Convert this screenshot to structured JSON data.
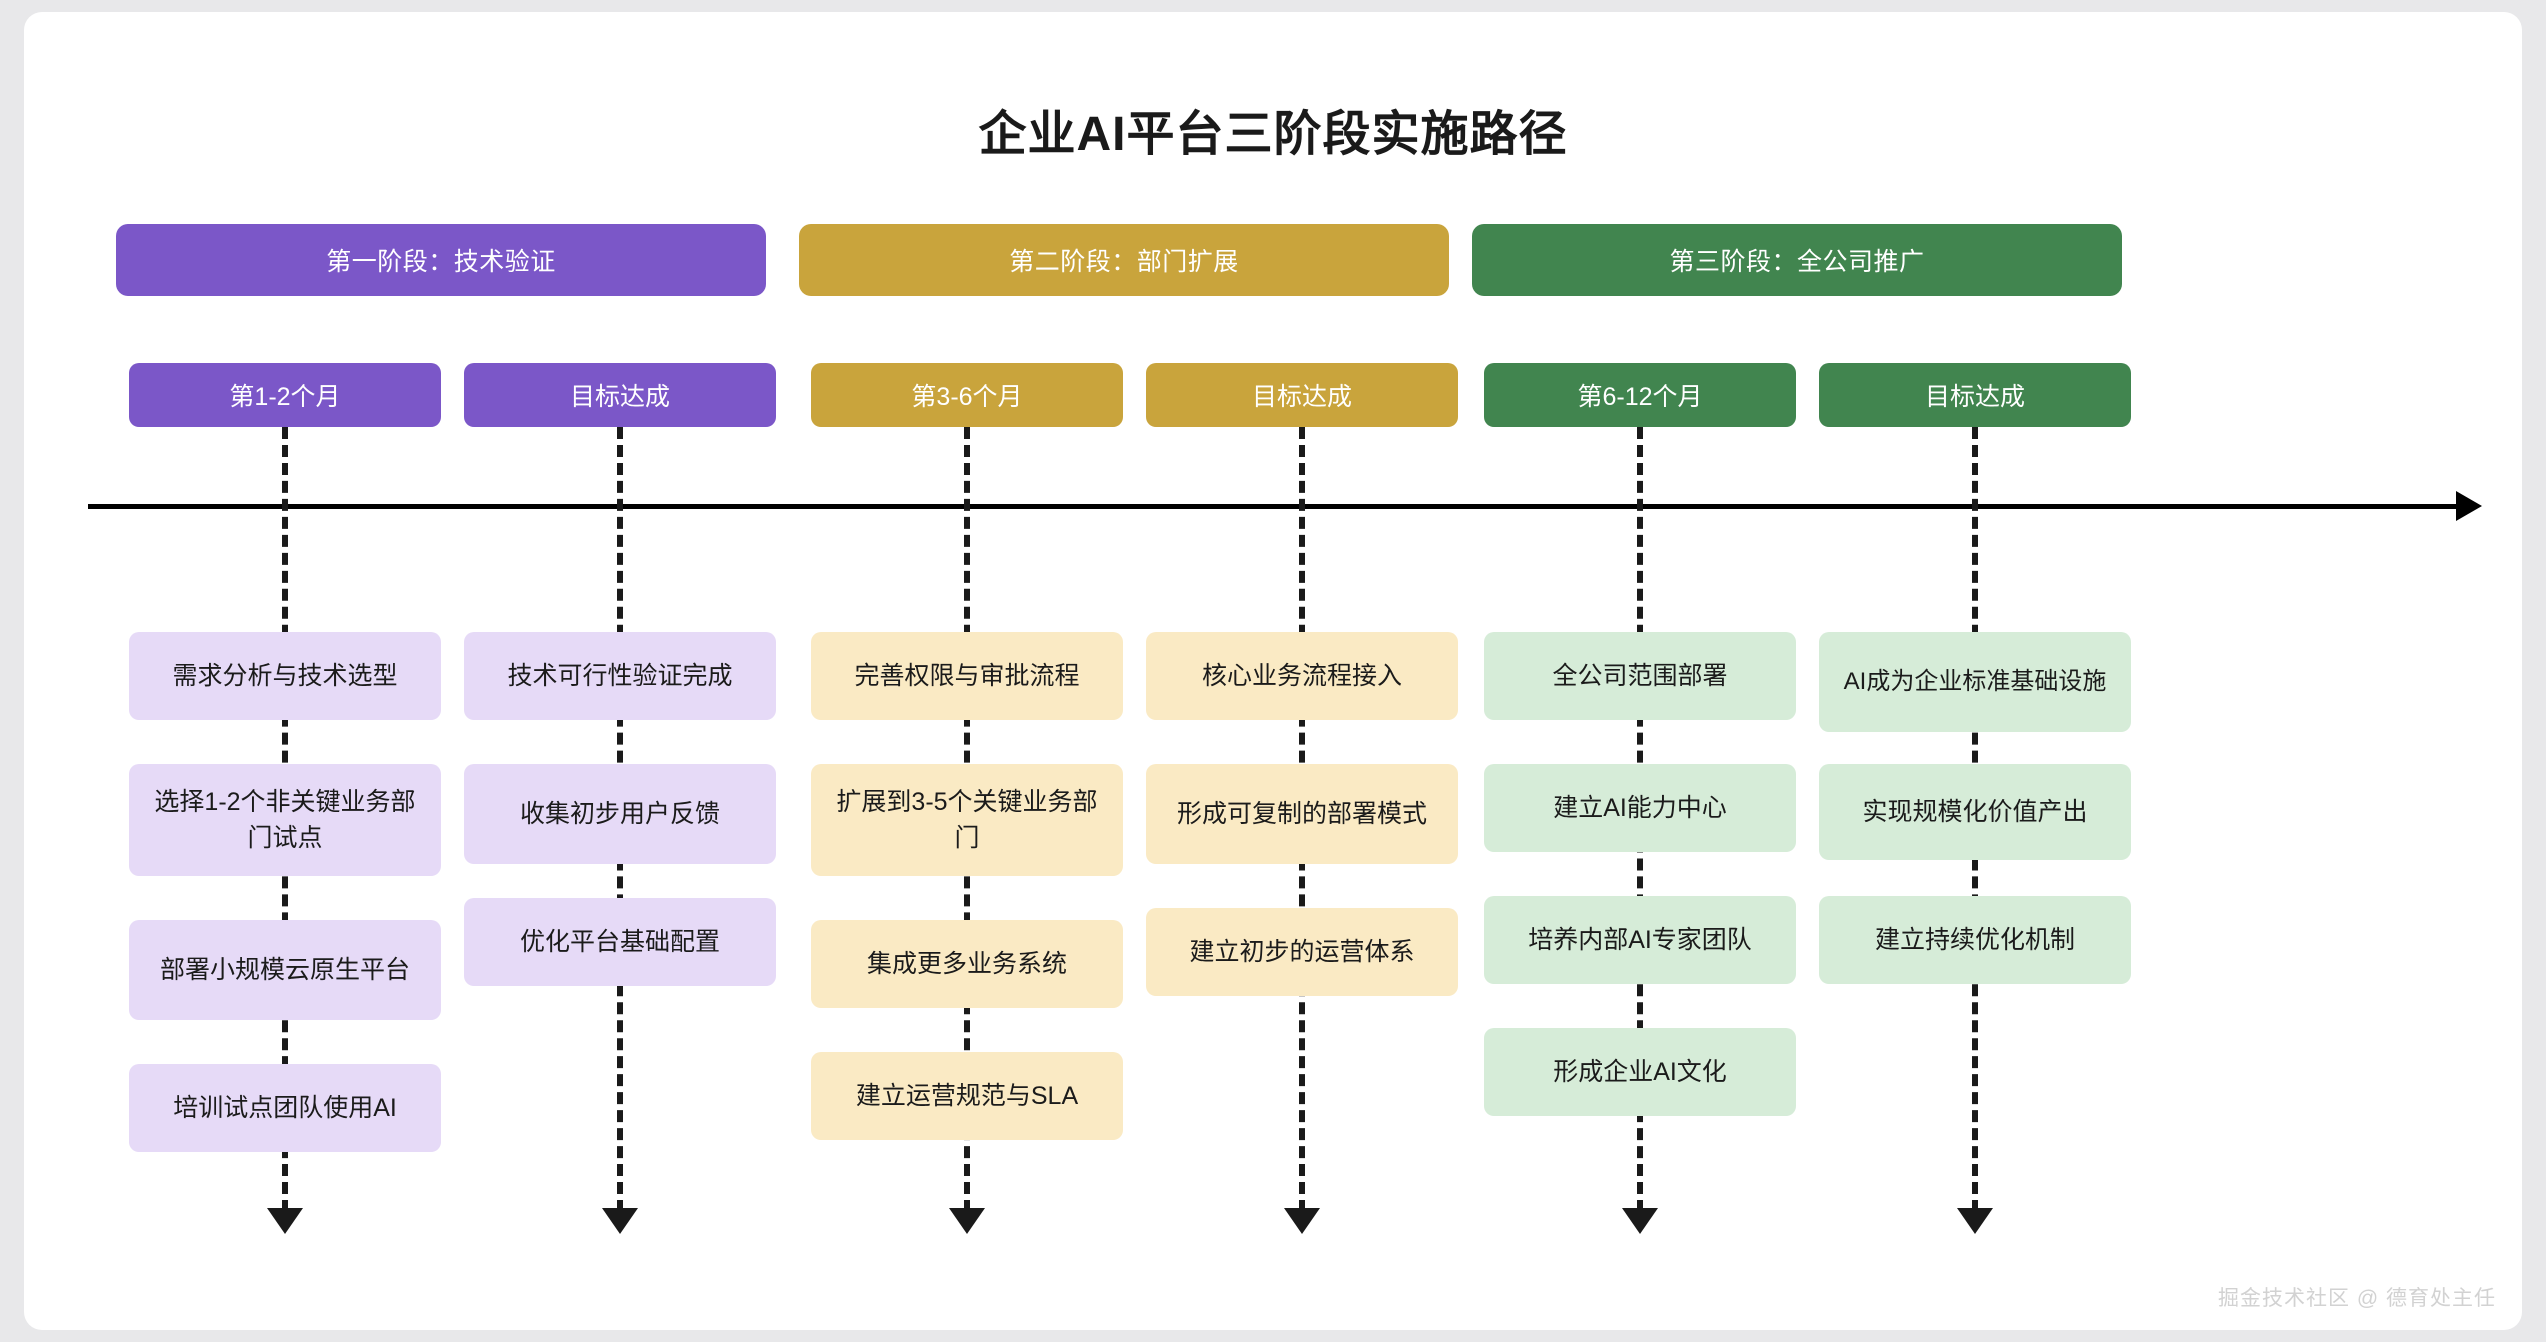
{
  "page": {
    "title": "企业AI平台三阶段实施路径",
    "watermark": "掘金技术社区 @ 德育处主任"
  },
  "colors": {
    "phase1_strong": "#7b57c8",
    "phase1_soft": "#e6daf7",
    "phase2_strong": "#c9a43c",
    "phase2_soft": "#faeac4",
    "phase3_strong": "#41854f",
    "phase3_soft": "#d6ecd8",
    "axis": "#000000",
    "card_text": "#1b1b1b",
    "canvas": "#ffffff",
    "page_background": "#e8e8ea",
    "watermark_text": "#d2d2d2"
  },
  "phases": [
    {
      "header": "第一阶段：技术验证",
      "accent": "#7b57c8",
      "soft": "#e6daf7",
      "columns": [
        {
          "chip": "第1-2个月",
          "cards": [
            "需求分析与技术选型",
            "选择1-2个非关键业务部门试点",
            "部署小规模云原生平台",
            "培训试点团队使用AI"
          ]
        },
        {
          "chip": "目标达成",
          "cards": [
            "技术可行性验证完成",
            "收集初步用户反馈",
            "优化平台基础配置"
          ]
        }
      ]
    },
    {
      "header": "第二阶段：部门扩展",
      "accent": "#c9a43c",
      "soft": "#faeac4",
      "columns": [
        {
          "chip": "第3-6个月",
          "cards": [
            "完善权限与审批流程",
            "扩展到3-5个关键业务部门",
            "集成更多业务系统",
            "建立运营规范与SLA"
          ]
        },
        {
          "chip": "目标达成",
          "cards": [
            "核心业务流程接入",
            "形成可复制的部署模式",
            "建立初步的运营体系"
          ]
        }
      ]
    },
    {
      "header": "第三阶段：全公司推广",
      "accent": "#41854f",
      "soft": "#d6ecd8",
      "columns": [
        {
          "chip": "第6-12个月",
          "cards": [
            "全公司范围部署",
            "建立AI能力中心",
            "培养内部AI专家团队",
            "形成企业AI文化"
          ]
        },
        {
          "chip": "目标达成",
          "cards": [
            "AI成为企业标准基础设施",
            "实现规模化价值产出",
            "建立持续优化机制"
          ]
        }
      ]
    }
  ]
}
